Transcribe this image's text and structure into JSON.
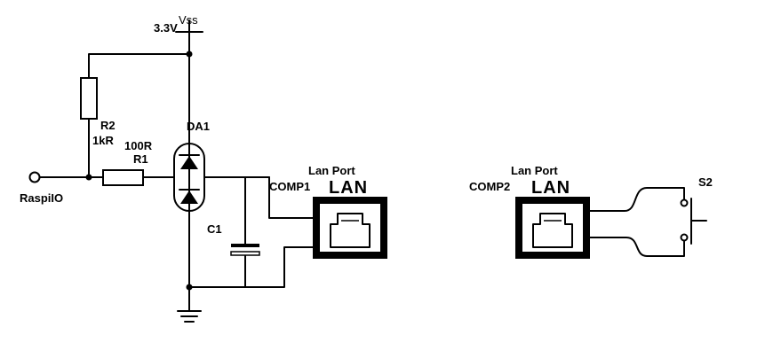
{
  "supply": {
    "voltage": "3.3V",
    "net": "Vss"
  },
  "input": {
    "label": "RaspiIO"
  },
  "components": {
    "r2": {
      "ref": "R2",
      "value": "1kR"
    },
    "r1": {
      "ref": "R1",
      "value": "100R"
    },
    "diode": {
      "ref": "DA1"
    },
    "cap": {
      "ref": "C1"
    },
    "switch": {
      "ref": "S2"
    }
  },
  "connectors": [
    {
      "ref": "COMP1",
      "title": "Lan Port",
      "badge": "LAN"
    },
    {
      "ref": "COMP2",
      "title": "Lan Port",
      "badge": "LAN"
    }
  ]
}
